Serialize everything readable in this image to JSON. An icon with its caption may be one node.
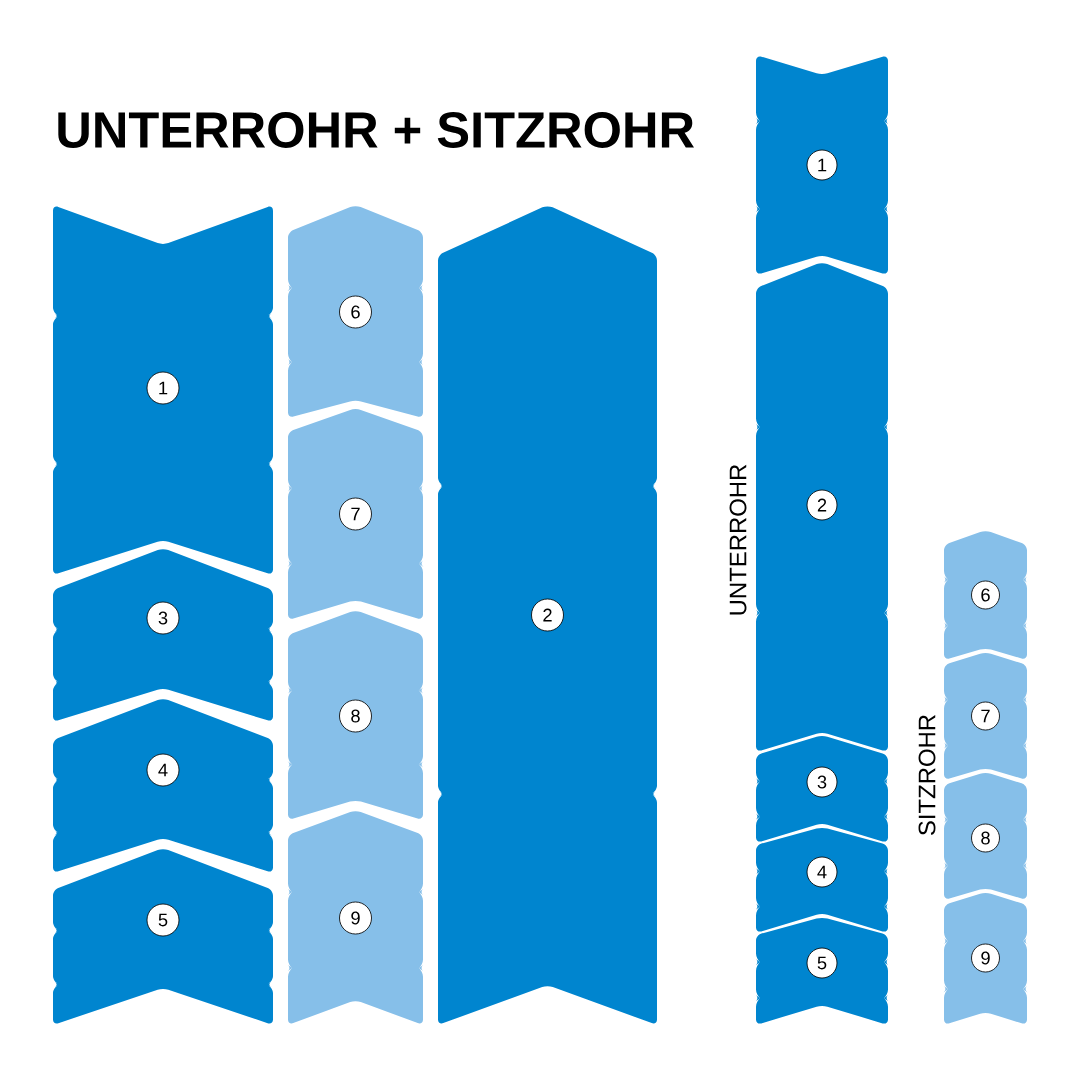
{
  "diagram": {
    "title": "UNTERROHR + SITZROHR",
    "nodes": [
      {
        "text": [
          "1"
        ]
      },
      {
        "text": [
          "3"
        ]
      },
      {
        "text": [
          "4"
        ]
      },
      {
        "text": [
          "5"
        ]
      },
      {
        "text": [
          "6"
        ]
      },
      {
        "text": [
          "7"
        ]
      },
      {
        "text": [
          "8"
        ]
      },
      {
        "text": [
          "9"
        ]
      },
      {
        "text": [
          "2"
        ]
      },
      {
        "text": [
          "1"
        ]
      },
      {
        "text": [
          "2"
        ]
      },
      {
        "text": [
          "3"
        ]
      },
      {
        "text": [
          "4"
        ]
      },
      {
        "text": [
          "5"
        ]
      },
      {
        "text": [
          "6"
        ]
      },
      {
        "text": [
          "7"
        ]
      },
      {
        "text": [
          "8"
        ]
      },
      {
        "text": [
          "9"
        ]
      }
    ],
    "labels": [
      "UNTERROHR",
      "SITZROHR"
    ]
  }
}
